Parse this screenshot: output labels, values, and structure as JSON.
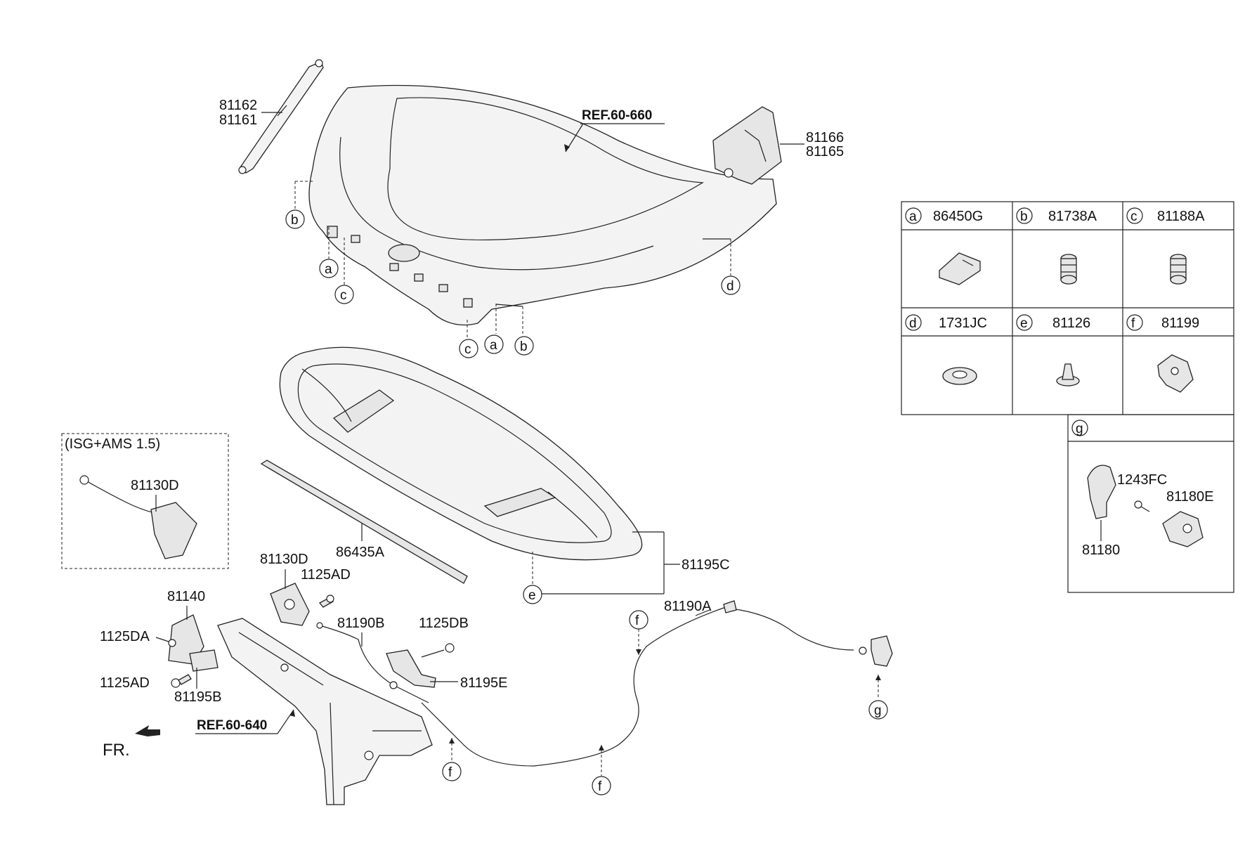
{
  "parts": {
    "strut_a": "81162",
    "strut_b": "81161",
    "hood_ref": "REF.60-660",
    "bracket_a": "81166",
    "bracket_b": "81165",
    "variant_box_title": "(ISG+AMS 1.5)",
    "latch_variant": "81130D",
    "weatherstrip": "86435A",
    "insulator": "81195C",
    "latch": "81130D",
    "bolt_latch": "1125AD",
    "lock_bracket": "81140",
    "bolt_da": "1125DA",
    "bolt_ad": "1125AD",
    "bracket_b_small": "81195B",
    "cable_b": "81190B",
    "bolt_db": "1125DB",
    "bracket_e": "81195E",
    "cable_a": "81190A",
    "panel_ref": "REF.60-640",
    "front_indicator": "FR."
  },
  "callouts": {
    "a": "a",
    "b": "b",
    "c": "c",
    "d": "d",
    "e": "e",
    "f": "f",
    "g": "g"
  },
  "legend": {
    "cells": [
      {
        "letter": "a",
        "part": "86450G"
      },
      {
        "letter": "b",
        "part": "81738A"
      },
      {
        "letter": "c",
        "part": "81188A"
      },
      {
        "letter": "d",
        "part": "1731JC"
      },
      {
        "letter": "e",
        "part": "81126"
      },
      {
        "letter": "f",
        "part": "81199"
      }
    ],
    "g_box": {
      "letter": "g",
      "bolt": "1243FC",
      "handle": "81180",
      "bracket": "81180E"
    }
  }
}
